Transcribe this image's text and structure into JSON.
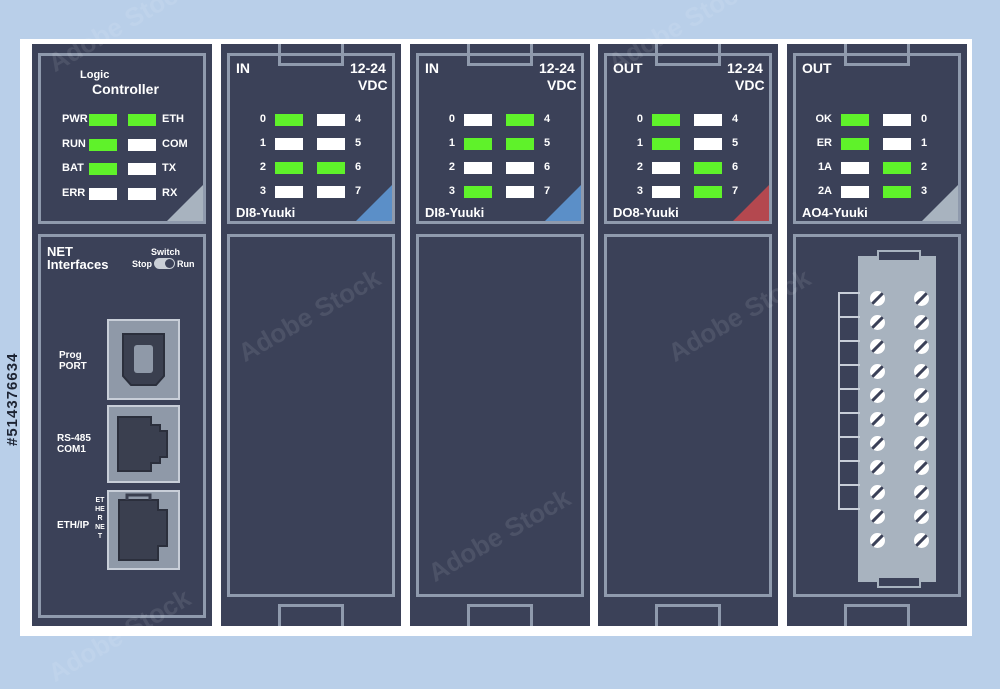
{
  "controller": {
    "title_small": "Logic",
    "title_large": "Controller",
    "leds": [
      {
        "label": "PWR",
        "on": true
      },
      {
        "label": "RUN",
        "on": true
      },
      {
        "label": "BAT",
        "on": true
      },
      {
        "label": "ERR",
        "on": false
      },
      {
        "label": "ETH",
        "on": true
      },
      {
        "label": "COM",
        "on": false
      },
      {
        "label": "TX",
        "on": false
      },
      {
        "label": "RX",
        "on": false
      }
    ],
    "net_line1": "NET",
    "net_line2": "Interfaces",
    "switch_label": "Switch",
    "switch_stop": "Stop",
    "switch_run": "Run",
    "prog_line1": "Prog",
    "prog_line2": "PORT",
    "rs485_line1": "RS-485",
    "rs485_line2": "COM1",
    "ethip_label": "ETH/IP",
    "ethernet_vertical": "ETHERNET"
  },
  "modules": [
    {
      "type": "IN",
      "voltage_line1": "12-24",
      "voltage_line2": "VDC",
      "name": "DI8-Yuuki",
      "corner_color": "#5b8fc8",
      "left_labels": [
        "0",
        "1",
        "2",
        "3"
      ],
      "right_labels": [
        "4",
        "5",
        "6",
        "7"
      ],
      "left_leds": [
        true,
        false,
        true,
        false
      ],
      "right_leds": [
        false,
        false,
        true,
        false
      ]
    },
    {
      "type": "IN",
      "voltage_line1": "12-24",
      "voltage_line2": "VDC",
      "name": "DI8-Yuuki",
      "corner_color": "#5b8fc8",
      "left_labels": [
        "0",
        "1",
        "2",
        "3"
      ],
      "right_labels": [
        "4",
        "5",
        "6",
        "7"
      ],
      "left_leds": [
        false,
        true,
        false,
        true
      ],
      "right_leds": [
        true,
        true,
        false,
        false
      ]
    },
    {
      "type": "OUT",
      "voltage_line1": "12-24",
      "voltage_line2": "VDC",
      "name": "DO8-Yuuki",
      "corner_color": "#b4484f",
      "left_labels": [
        "0",
        "1",
        "2",
        "3"
      ],
      "right_labels": [
        "4",
        "5",
        "6",
        "7"
      ],
      "left_leds": [
        true,
        true,
        false,
        false
      ],
      "right_leds": [
        false,
        false,
        true,
        true
      ]
    },
    {
      "type": "OUT",
      "voltage_line1": "",
      "voltage_line2": "",
      "name": "AO4-Yuuki",
      "corner_color": "#a8b3bf",
      "left_labels": [
        "OK",
        "ER",
        "1A",
        "2A"
      ],
      "right_labels": [
        "0",
        "1",
        "2",
        "3"
      ],
      "left_leds": [
        true,
        true,
        false,
        false
      ],
      "right_leds": [
        false,
        false,
        true,
        true
      ]
    }
  ],
  "watermark": "Adobe Stock",
  "stock_id": "#514376634"
}
